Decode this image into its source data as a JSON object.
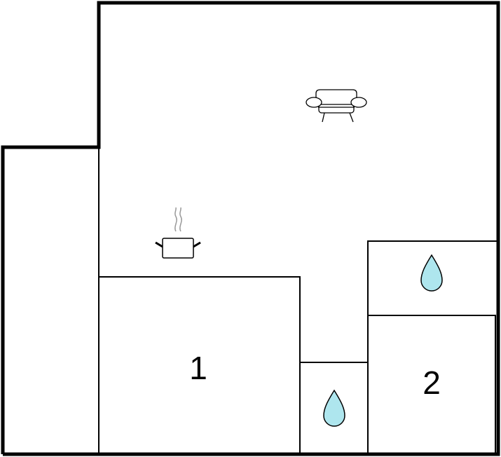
{
  "floorplan": {
    "rooms": [
      {
        "id": "bedroom-1",
        "label": "1"
      },
      {
        "id": "bedroom-2",
        "label": "2"
      }
    ],
    "icons": [
      {
        "name": "sofa-icon",
        "meaning": "living area"
      },
      {
        "name": "cooking-pot-icon",
        "meaning": "kitchen"
      },
      {
        "name": "water-drop-icon",
        "meaning": "bathroom"
      },
      {
        "name": "water-drop-icon",
        "meaning": "bathroom"
      }
    ],
    "colors": {
      "wall": "#000000",
      "background": "#ffffff",
      "water_drop_fill": "#aee6ee"
    }
  }
}
